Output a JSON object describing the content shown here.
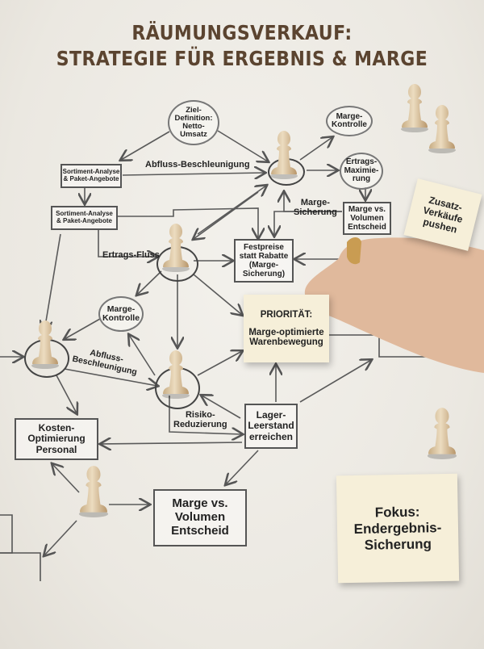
{
  "title": {
    "line1": "RÄUMUNGSVERKAUF:",
    "line2": "STRATEGIE FÜR ERGEBNIS & MARGE"
  },
  "nodes": {
    "ziel": "Ziel-\nDefinition:\nNetto-\nUmsatz",
    "marge_kontrolle_top": "Marge-\nKontrolle",
    "ertrags_max": "Ertrags-\nMaximie-\nrung",
    "sortiment1": "Sortiment-Analyse\n& Paket-Angebote",
    "sortiment2": "Sortiment-Analyse\n& Paket-Angebote",
    "marge_vs_small": "Marge vs.\nVolumen\nEntscheid",
    "festpreise": "Festpreise\nstatt Rabatte\n(Marge-\nSicherung)",
    "marge_kontrolle_mid": "Marge-\nKontrolle",
    "lager": "Lager-\nLeerstand\nerreichen",
    "kosten": "Kosten-\nOptimierung\nPersonal",
    "marge_vs_big": "Marge vs.\nVolumen\nEntscheid"
  },
  "labels": {
    "abfluss_top": "Abfluss-Beschleunigung",
    "marge_sicherung": "Marge-\nSicherung",
    "ertrags_fluss": "Ertrags-Fluss",
    "abfluss_mid": "Abfluss-\nBeschleunigung",
    "risiko": "Risiko-\nReduzierung"
  },
  "stickies": {
    "prioritaet_head": "PRIORITÄT:",
    "prioritaet_body": "Marge-optimierte\nWarenbewegung",
    "zusatz": "Zusatz-\nVerkäufe\npushen",
    "fokus": "Fokus:\nEndergebnis-\nSicherung"
  },
  "colors": {
    "title": "#5b4430",
    "paper": "#eeebe4",
    "sticky": "#f6efd9",
    "pawn": "#d9c3a0"
  }
}
